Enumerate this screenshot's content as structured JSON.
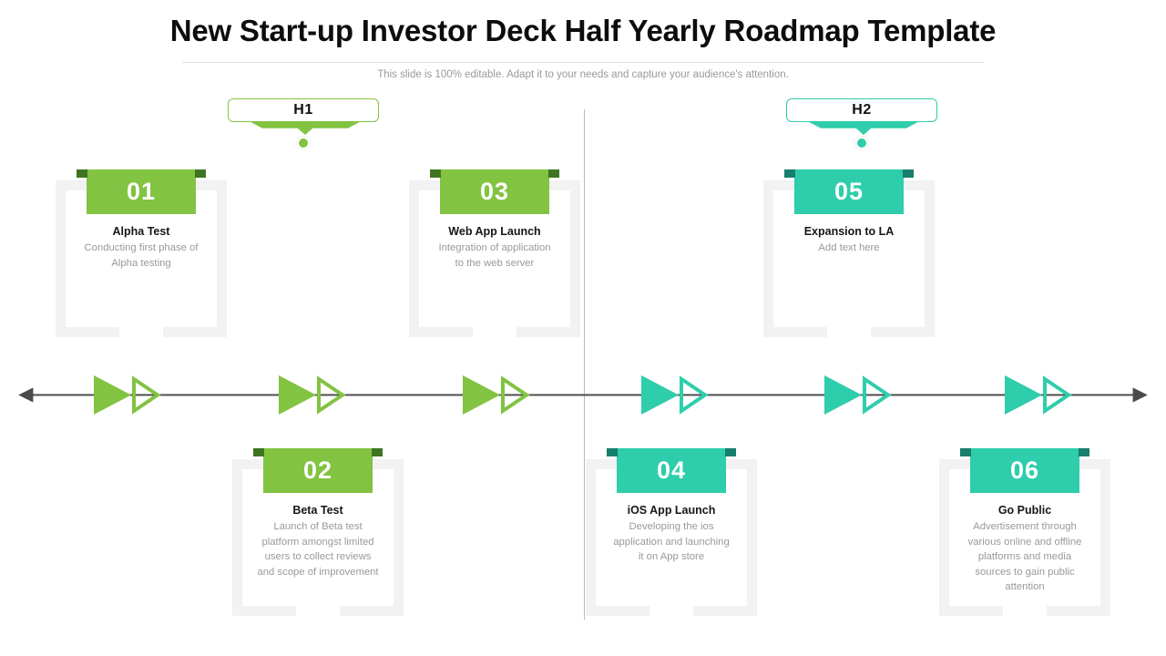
{
  "header": {
    "title": "New Start-up Investor Deck Half Yearly Roadmap Template",
    "subtitle": "This slide is 100% editable. Adapt it to your needs and capture your audience's attention."
  },
  "colors": {
    "green": "#82C341",
    "teal": "#2ECDAB",
    "green_fold": "#3F7521",
    "teal_fold": "#177F6C",
    "frame": "#F2F2F2",
    "timeline": "#4A4A4A",
    "divider": "#B9B9B9",
    "title": "#0D0D0D",
    "muted": "#999999"
  },
  "halves": [
    {
      "label": "H1",
      "accent": "#82C341"
    },
    {
      "label": "H2",
      "accent": "#2ECDAB"
    }
  ],
  "cards": [
    {
      "number": "01",
      "title": "Alpha Test",
      "desc": "Conducting first phase of\nAlpha testing",
      "accent": "green",
      "row": "top"
    },
    {
      "number": "02",
      "title": "Beta Test",
      "desc": "Launch of Beta test\nplatform amongst limited\nusers to collect reviews\nand scope of improvement",
      "accent": "green",
      "row": "bottom"
    },
    {
      "number": "03",
      "title": "Web App Launch",
      "desc": "Integration of application\nto the web server",
      "accent": "green",
      "row": "top"
    },
    {
      "number": "04",
      "title": "iOS App Launch",
      "desc": "Developing the ios\napplication and launching\nit on App store",
      "accent": "teal",
      "row": "bottom"
    },
    {
      "number": "05",
      "title": "Expansion to LA",
      "desc": "Add text here",
      "accent": "teal",
      "row": "top"
    },
    {
      "number": "06",
      "title": "Go Public",
      "desc": "Advertisement through\nvarious online and offline\nplatforms and media\nsources to gain public\nattention",
      "accent": "teal",
      "row": "bottom"
    }
  ],
  "timeline": {
    "markers": [
      {
        "accent": "#82C341"
      },
      {
        "accent": "#82C341"
      },
      {
        "accent": "#82C341"
      },
      {
        "accent": "#2ECDAB"
      },
      {
        "accent": "#2ECDAB"
      },
      {
        "accent": "#2ECDAB"
      }
    ]
  }
}
